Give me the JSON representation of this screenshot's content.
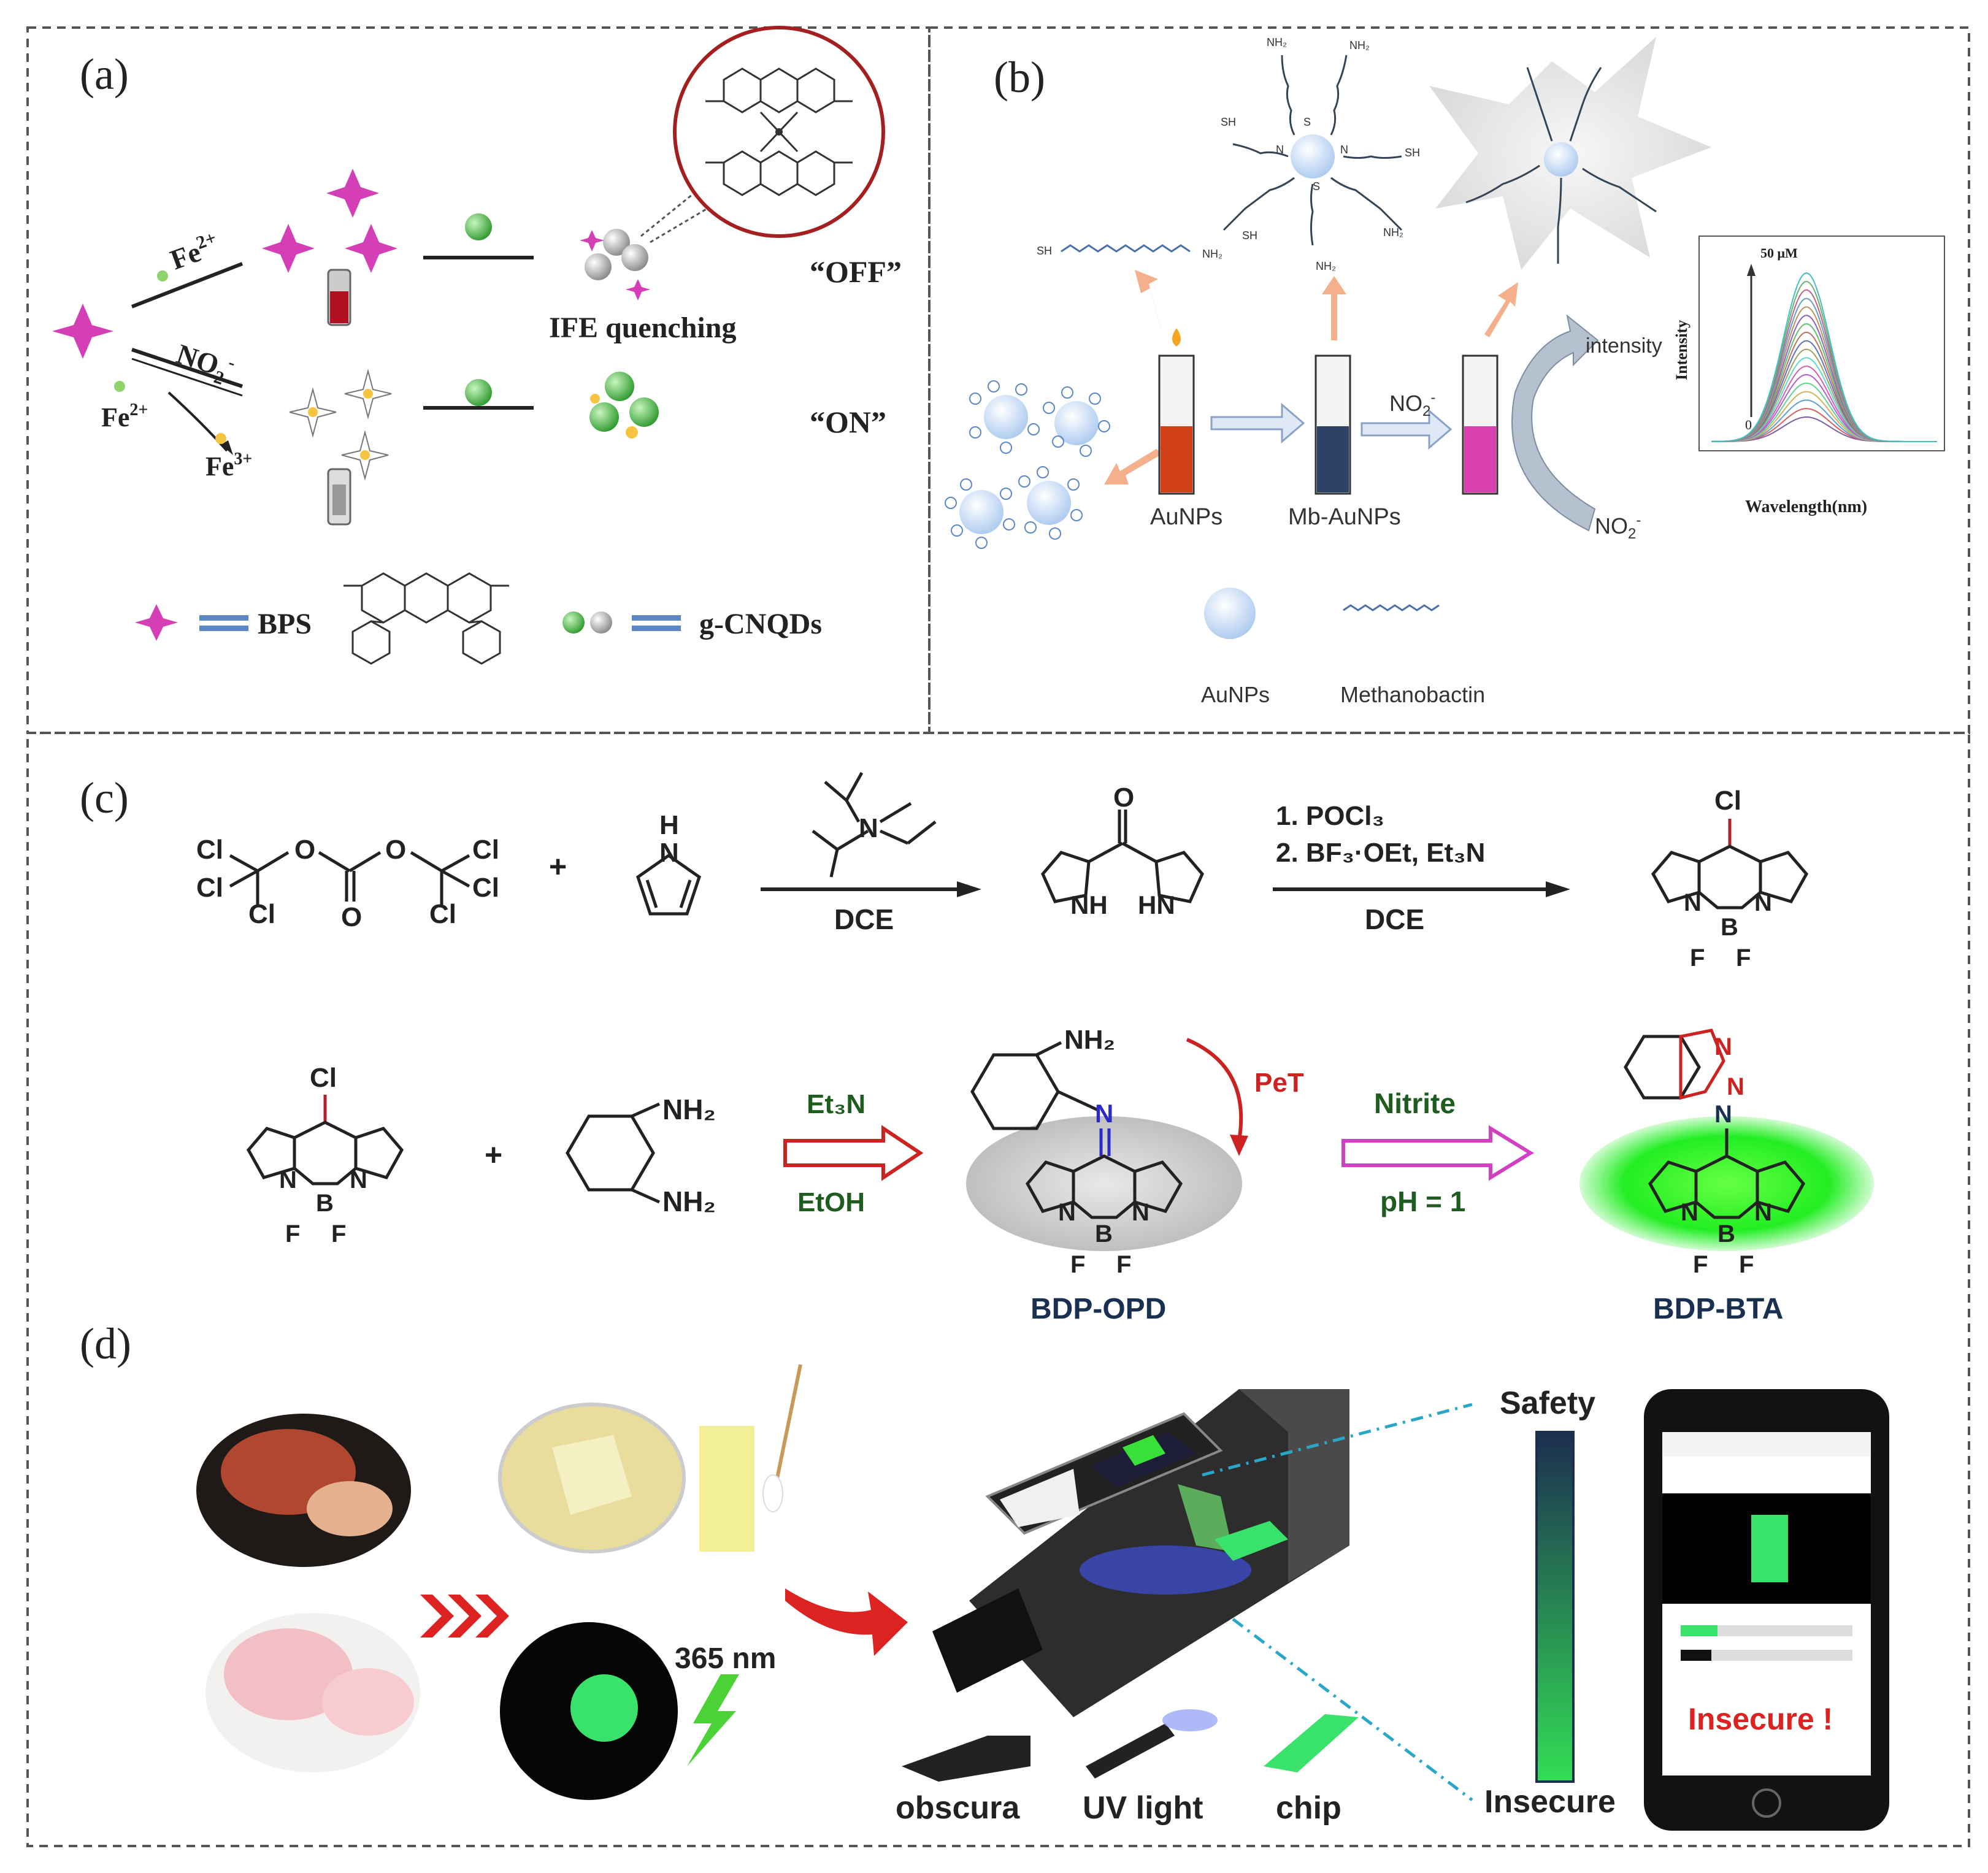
{
  "panels": {
    "a": {
      "label": "(a)",
      "fe2_label": "Fe",
      "fe2_sup": "2+",
      "no2_label": "NO",
      "no2_sub": "2",
      "no2_sup": "-",
      "fe2b_label": "Fe",
      "fe2b_sup": "2+",
      "fe3_label": "Fe",
      "fe3_sup": "3+",
      "quench_text": "IFE quenching",
      "off_text": "“OFF”",
      "on_text": "“ON”",
      "bps_label": "BPS",
      "gcnqds_label": "g-CNQDs"
    },
    "b": {
      "label": "(b)",
      "aunps_label": "AuNPs",
      "mb_aunps_label": "Mb-AuNPs",
      "no2_arrow": "NO",
      "no2_arrow_sub": "2",
      "no2_arrow_sup": "-",
      "intensity_text": "intensity",
      "no2_bottom": "NO",
      "no2_bottom_sub": "2",
      "no2_bottom_sup": "-",
      "legend_aunps": "AuNPs",
      "legend_methanobactin": "Methanobactin",
      "ligand_sh": "SH",
      "ligand_nh2": "NH₂",
      "ligand_n": "N",
      "ligand_s": "S",
      "inset": {
        "ylabel": "Intensity",
        "xlabel": "Wavelength(nm)",
        "conc_top": "50 μM",
        "conc_bottom": "0"
      }
    },
    "c": {
      "label": "(c)",
      "cl": "Cl",
      "plus": "+",
      "step1_solvent": "DCE",
      "step2_line1": "1.   POCl₃",
      "step2_line2": "2.   BF₃·OEt, Et₃N",
      "step2_solvent": "DCE",
      "nh": "NH",
      "hn": "HN",
      "n": "N",
      "b": "B",
      "f": "F",
      "o": "O",
      "h": "H",
      "nh2": "NH₂",
      "row2_reagent_top": "Et₃N",
      "row2_reagent_bottom": "EtOH",
      "pet": "PeT",
      "nitrite": "Nitrite",
      "ph": "pH = 1",
      "bdp_opd": "BDP-OPD",
      "bdp_bta": "BDP-BTA"
    },
    "d": {
      "label": "(d)",
      "wavelength": "365 nm",
      "obscura": "obscura",
      "uv_light": "UV light",
      "chip": "chip",
      "safety": "Safety",
      "insecure": "Insecure",
      "phone_result": "Insecure !"
    }
  },
  "colors": {
    "frame": "#555555",
    "magenta_star": "#d43fb5",
    "green_dot": "#3fae3f",
    "green_glow": "#33ff33",
    "red_arrow": "#cc2222",
    "pink_arrow": "#d040c0",
    "dark_text": "#222222",
    "blue_label": "#1a3050",
    "peach_arrow": "#f3b08a",
    "aunp_blue": "#c8dcf6"
  },
  "inset_chart_data": {
    "type": "line",
    "ylabel": "Intensity",
    "xlabel": "Wavelength(nm)",
    "peak_count": 18,
    "annotation_top": "50 μM",
    "annotation_bottom": "0"
  }
}
